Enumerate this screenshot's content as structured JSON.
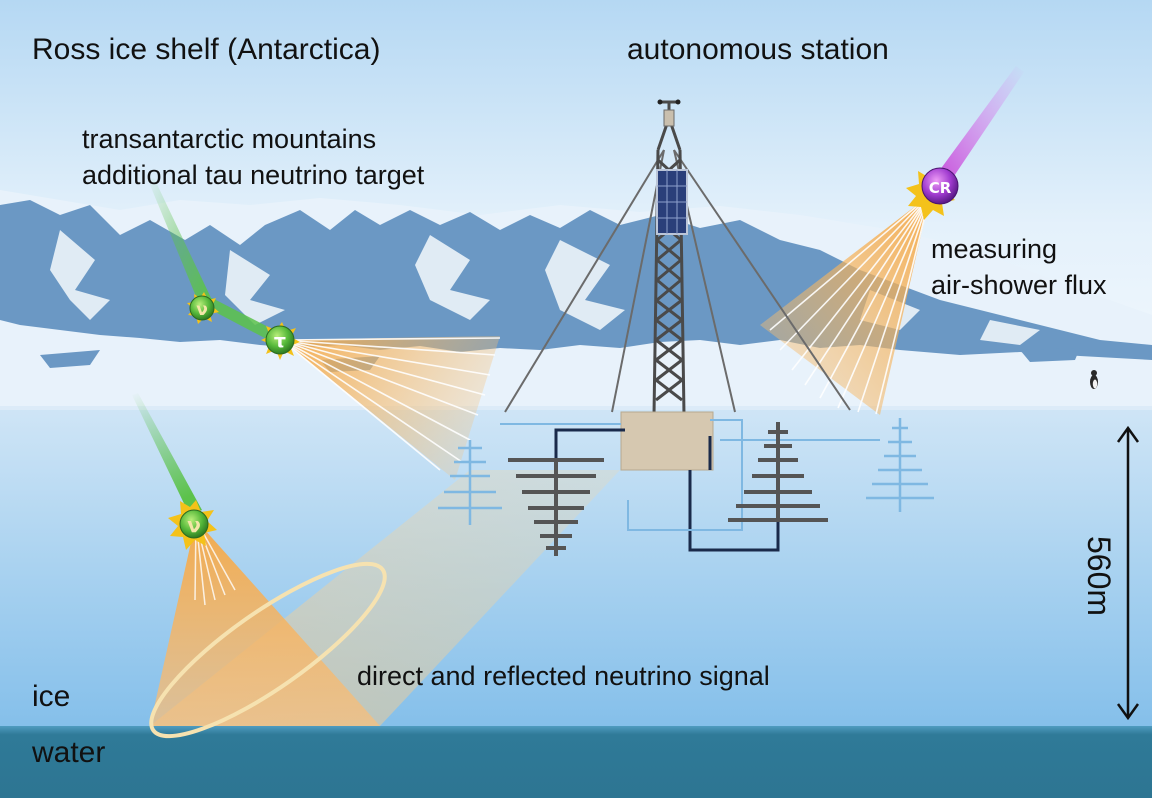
{
  "labels": {
    "location": "Ross ice shelf (Antarctica)",
    "station": "autonomous station",
    "mountains_line1": "transantarctic mountains",
    "mountains_line2": "additional tau neutrino target",
    "airshower_line1": "measuring",
    "airshower_line2": "air-shower flux",
    "signal": "direct and reflected neutrino signal",
    "ice": "ice",
    "water": "water",
    "depth": "560m"
  },
  "particles": {
    "neutrino_symbol": "ν",
    "tau_symbol": "τ",
    "cosmic_ray_symbol": "CR"
  },
  "icons": {
    "neutrino": "neutrino-icon",
    "tau": "tau-icon",
    "cosmic_ray": "cosmic-ray-icon",
    "solar_panel": "solar-panel-icon",
    "penguin": "penguin-icon"
  },
  "colors": {
    "sky_top": "#bfe0f5",
    "mountain_blue": "#6b98c4",
    "ice_surface": "#cfe6f7",
    "ice_deep": "#8cc4ec",
    "water": "#2e7896",
    "shower_orange": "#f5a845",
    "neutrino_green": "#5cc24a",
    "cosmic_magenta": "#c44ad8",
    "antenna_dark": "#555555",
    "antenna_light": "#7fb8e2",
    "cable": "#1a2a4a"
  }
}
